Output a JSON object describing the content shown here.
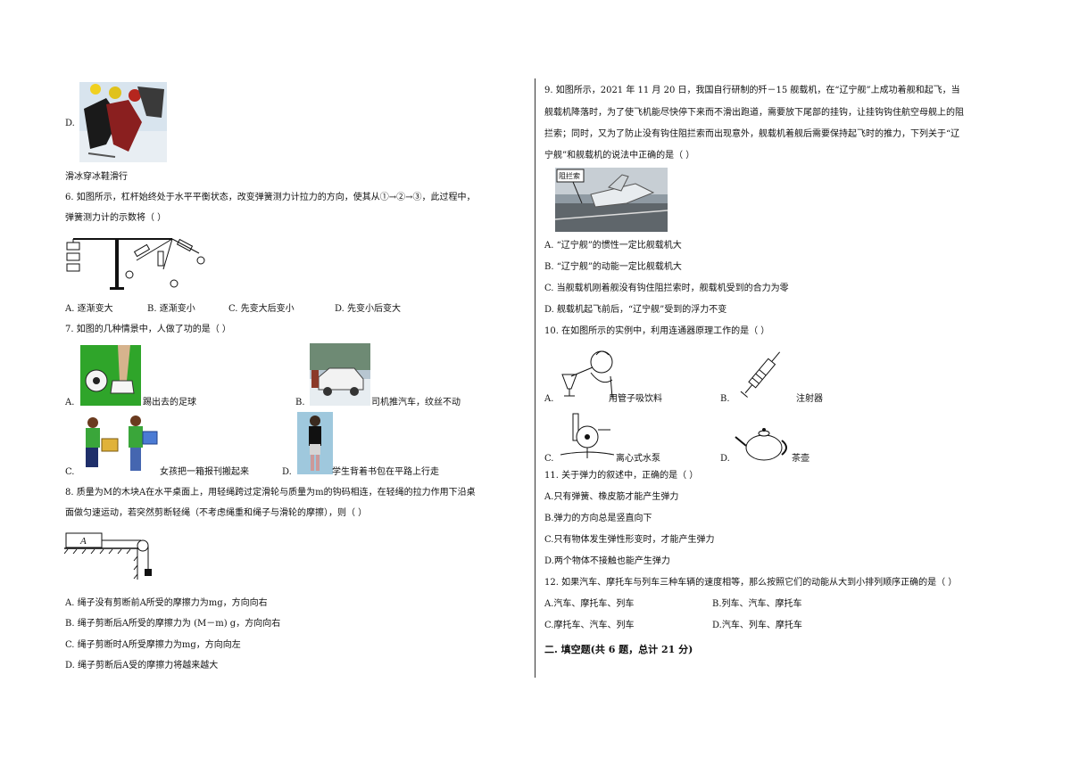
{
  "left": {
    "q5d": {
      "option": "D.",
      "caption": "滑冰穿冰鞋滑行"
    },
    "q6": {
      "stem_line1": "6. 如图所示，杠杆始终处于水平平衡状态，改变弹簧测力计拉力的方向，使其从①→②→③，此过程中，",
      "stem_line2": "弹簧测力计的示数将（     ）",
      "options": [
        "A.  逐渐变大",
        "B.  逐渐变小",
        "C.  先变大后变小",
        "D.  先变小后变大"
      ]
    },
    "q7": {
      "stem": "7. 如图的几种情景中，人做了功的是（     ）",
      "a": {
        "label": "A.",
        "text": "踢出去的足球"
      },
      "b": {
        "label": "B.",
        "text": "司机推汽车，纹丝不动"
      },
      "c": {
        "label": "C.",
        "text": "女孩把一箱报刊搬起来"
      },
      "d": {
        "label": "D.",
        "text": "学生背着书包在平路上行走"
      }
    },
    "q8": {
      "stem_line1": "8. 质量为M的木块A在水平桌面上，用轻绳跨过定滑轮与质量为m的钩码相连，在轻绳的拉力作用下沿桌",
      "stem_line2": "面做匀速运动，若突然剪断轻绳（不考虑绳重和绳子与滑轮的摩擦），则（     ）",
      "block_label": "A",
      "options": [
        "A.  绳子没有剪断前A所受的摩擦力为mg，方向向右",
        "B.  绳子剪断后A所受的摩擦力为 (M－m) g，方向向右",
        "C.  绳子剪断时A所受摩擦力为mg，方向向左",
        "D.  绳子剪断后A受的摩擦力将越来越大"
      ]
    }
  },
  "right": {
    "q9": {
      "stem_line1": "9. 如图所示，2021 年 11 月 20 日，我国自行研制的歼－15 舰载机，在“辽宁舰”上成功着舰和起飞，当",
      "stem_line2": "舰载机降落时，为了使飞机能尽快停下来而不滑出跑道，需要放下尾部的挂钩，让挂钩钩住航空母舰上的阻",
      "stem_line3": "拦索；同时，又为了防止没有钩住阻拦索而出现意外，舰载机着舰后需要保持起飞时的推力，下列关于“辽",
      "stem_line4": "宁舰”和舰载机的说法中正确的是（     ）",
      "image_label": "阻拦索",
      "options": [
        "A.  “辽宁舰”的惯性一定比舰载机大",
        "B.  “辽宁舰”的动能一定比舰载机大",
        "C.  当舰载机刚着舰没有钩住阻拦索时，舰载机受到的合力为零",
        "D.  舰载机起飞前后，“辽宁舰”受到的浮力不变"
      ]
    },
    "q10": {
      "stem": "10. 在如图所示的实例中，利用连通器原理工作的是（     ）",
      "a": {
        "label": "A.",
        "text": "用管子吸饮料"
      },
      "b": {
        "label": "B.",
        "text": "注射器"
      },
      "c": {
        "label": "C.",
        "text": "离心式水泵"
      },
      "d": {
        "label": "D.",
        "text": "茶壶"
      }
    },
    "q11": {
      "stem": "11. 关于弹力的叙述中，正确的是（     ）",
      "options": [
        "A.只有弹簧、橡皮筋才能产生弹力",
        "B.弹力的方向总是竖直向下",
        "C.只有物体发生弹性形变时，才能产生弹力",
        "D.两个物体不接触也能产生弹力"
      ]
    },
    "q12": {
      "stem": "12. 如果汽车、摩托车与列车三种车辆的速度相等，那么按照它们的动能从大到小排列顺序正确的是（     ）",
      "options": [
        "A.汽车、摩托车、列车",
        "B.列车、汽车、摩托车",
        "C.摩托车、汽车、列车",
        "D.汽车、列车、摩托车"
      ]
    },
    "section2": {
      "heading": "二. 填空题(共 6 题，总计 21 分)"
    }
  }
}
